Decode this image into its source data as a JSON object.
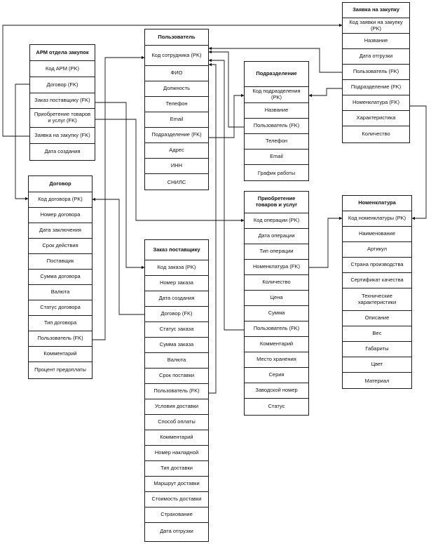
{
  "entities": {
    "arm": {
      "title": "АРМ отдела закупок",
      "fields": [
        "Код АРМ (PK)",
        "Договор (FK)",
        "Заказ поставщику (FK)",
        "Приобретение товаров и услуг (FK)",
        "Заявка на закупку (FK)",
        "Дата создания"
      ]
    },
    "user": {
      "title": "Пользователь",
      "fields": [
        "Код сотрудника (PK)",
        "ФИО",
        "Должность",
        "Телефон",
        "Email",
        "Подразделение (FK)",
        "Адрес",
        "ИНН",
        "СНИЛС"
      ]
    },
    "dept": {
      "title": "Подразделение",
      "fields": [
        "Код подразделения (PK)",
        "Название",
        "Пользователь (FK)",
        "Телефон",
        "Email",
        "График работы"
      ]
    },
    "request": {
      "title": "Заявка на закупку",
      "fields": [
        "Код заявки на закупку (PK)",
        "Название",
        "Дата отгрузки",
        "Пользователь (FK)",
        "Подразделение (FK)",
        "Номенклатура (FK)",
        "Характеристика",
        "Количество"
      ]
    },
    "contract": {
      "title": "Договор",
      "fields": [
        "Код договора (PK)",
        "Номер договора",
        "Дата заключения",
        "Срок действия",
        "Поставщик",
        "Сумма договора",
        "Валюта",
        "Статус договора",
        "Тип договора",
        "Пользователь (FK)",
        "Комментарий",
        "Процент предоплаты"
      ]
    },
    "order": {
      "title": "Заказ поставщику",
      "fields": [
        "Код заказа (PK)",
        "Номер заказа",
        "Дата создания",
        "Договор (FK)",
        "Статус заказа",
        "Сумма заказа",
        "Валюта",
        "Срок поставки",
        "Пользователь (FK)",
        "Условия доставки",
        "Способ оплаты",
        "Комментарий",
        "Номер накладной",
        "Тип доставки",
        "Маршрут доставки",
        "Стоимость доставки",
        "Страхование",
        "Дата отгрузки"
      ]
    },
    "purchase": {
      "title": "Приобретение товаров и услуг",
      "fields": [
        "Код операции (PK)",
        "Дата операции",
        "Тип операции",
        "Номенклатура (FK)",
        "Количество",
        "Цена",
        "Сумма",
        "Пользователь (FK)",
        "Комментарий",
        "Место хранения",
        "Серия",
        "Заводской номер",
        "Статус"
      ]
    },
    "nomenclature": {
      "title": "Номенклатура",
      "fields": [
        "Код номенклатуры (PK)",
        "Наименование",
        "Артикул",
        "Страна производства",
        "Сертификат качества",
        "Технические характеристики",
        "Описание",
        "Вес",
        "Габариты",
        "Цвет",
        "Материал"
      ]
    }
  }
}
